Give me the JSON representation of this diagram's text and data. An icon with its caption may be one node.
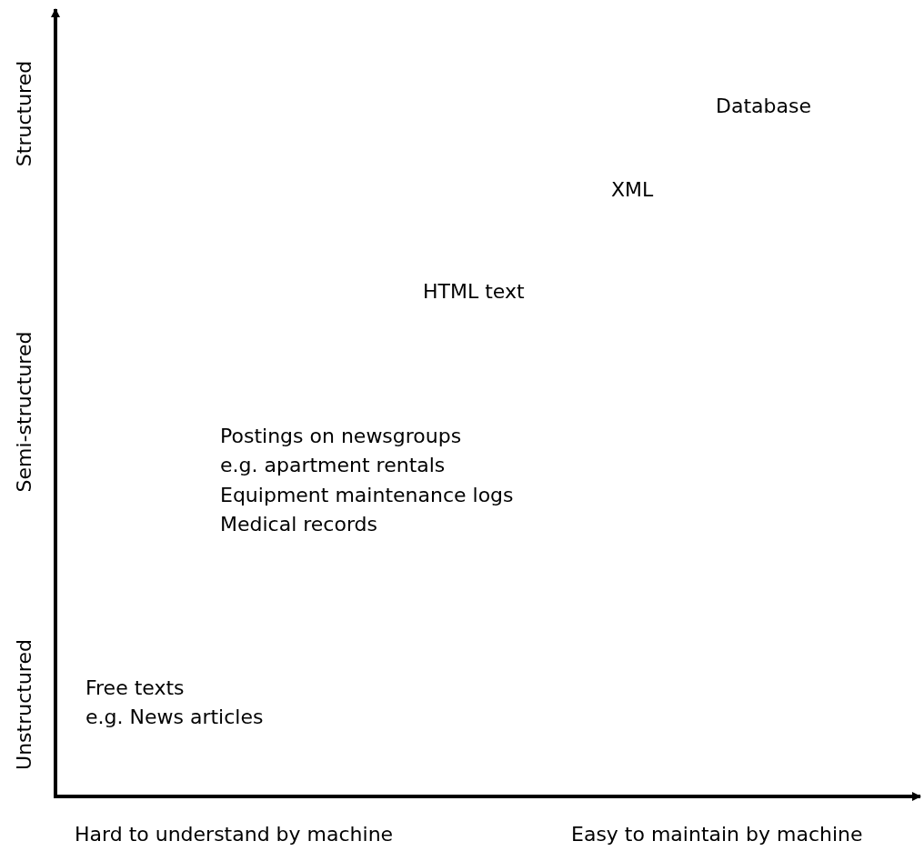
{
  "diagram": {
    "labels": [
      "Structured",
      "Database",
      "XML",
      "HTML text",
      "Semi-structured",
      "Postings on newsgroups",
      "e.g. apartment rentals",
      "Equipment maintenance logs",
      "Medical records",
      "Unstructured",
      "Free texts",
      "e.g. News articles",
      "Hard to understand by machine",
      "Easy to maintain by machine"
    ]
  }
}
